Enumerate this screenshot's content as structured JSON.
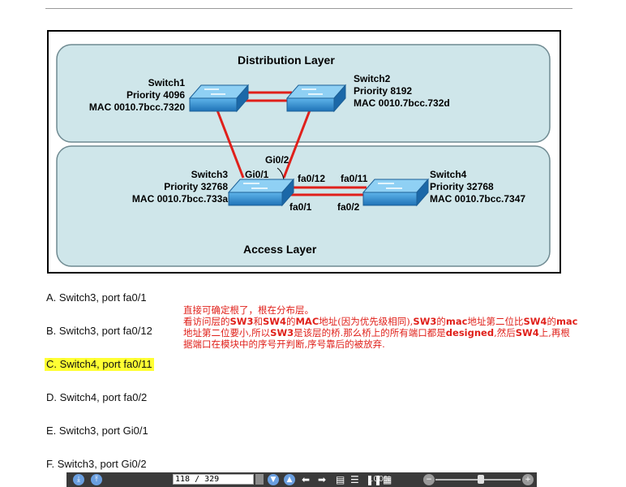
{
  "diagram": {
    "distribution_layer": "Distribution Layer",
    "access_layer": "Access Layer",
    "switch1": {
      "name": "Switch1",
      "priority": "Priority 4096",
      "mac": "MAC 0010.7bcc.7320"
    },
    "switch2": {
      "name": "Switch2",
      "priority": "Priority 8192",
      "mac": "MAC 0010.7bcc.732d"
    },
    "switch3": {
      "name": "Switch3",
      "priority": "Priority 32768",
      "mac": "MAC 0010.7bcc.733a"
    },
    "switch4": {
      "name": "Switch4",
      "priority": "Priority 32768",
      "mac": "MAC 0010.7bcc.7347"
    },
    "ports": {
      "gi0_2": "Gi0/2",
      "gi0_1": "Gi0/1",
      "fa0_12": "fa0/12",
      "fa0_11": "fa0/11",
      "fa0_1": "fa0/1",
      "fa0_2": "fa0/2"
    },
    "colors": {
      "layer_fill": "#cfe6ea",
      "layer_stroke": "#6f8a91",
      "link": "#e0201b",
      "switch": "#2f8fd1"
    }
  },
  "options": [
    {
      "label": "A. Switch3, port fa0/1"
    },
    {
      "label": "B. Switch3, port fa0/12"
    },
    {
      "label": "C. Switch4, port fa0/11",
      "highlighted": true
    },
    {
      "label": "D. Switch4, port fa0/2"
    },
    {
      "label": "E. Switch3, port Gi0/1"
    },
    {
      "label": "F. Switch3, port Gi0/2"
    }
  ],
  "note": {
    "line1": "直接可确定根了，根在分布层。",
    "l2_a": "看访问层的",
    "l2_b": "SW3",
    "l2_c": "和",
    "l2_d": "SW4",
    "l2_e": "的",
    "l2_f": "MAC",
    "l2_g": "地址(因为优先级相同),",
    "l2_h": "SW3",
    "l2_i": "的",
    "l2_j": "mac",
    "l2_k": "地址第二位比",
    "l2_l": "SW4",
    "l2_m": "的",
    "l2_n": "mac",
    "l3_a": "地址第二位要小,所以",
    "l3_b": "SW3",
    "l3_c": "是该层的桥.那么桥上的所有端口都是",
    "l3_d": "designed",
    "l3_e": ",然后",
    "l3_f": "SW4",
    "l3_g": "上,再根",
    "line4": "据端口在模块中的序号开判断,序号靠后的被放弃."
  },
  "toolbar": {
    "page_value": "118 / 329",
    "zoom": "100%",
    "icons": [
      "save-icon",
      "upload-icon",
      "page-down-icon",
      "page-up-icon",
      "back-arrow-icon",
      "forward-arrow-icon",
      "single-page-icon",
      "continuous-page-icon",
      "two-page-icon",
      "thumbnail-grid-icon",
      "zoom-out-icon",
      "zoom-in-icon"
    ]
  }
}
